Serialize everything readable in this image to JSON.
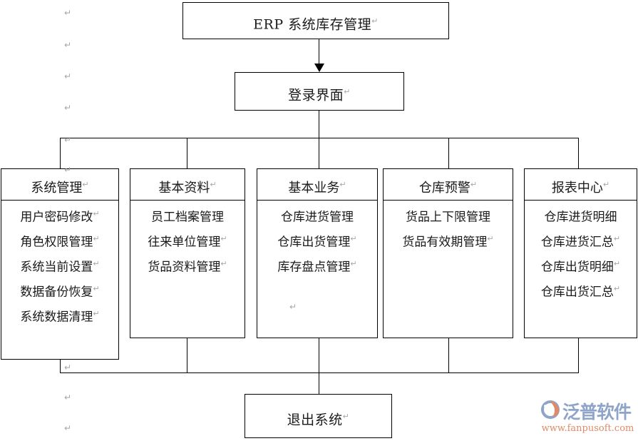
{
  "diagram": {
    "title_box": {
      "label": "ERP 系统库存管理",
      "return_mark": "↵"
    },
    "login_box": {
      "label": "登录界面",
      "return_mark": "↵"
    },
    "exit_box": {
      "label": "退出系统",
      "return_mark": "↵"
    },
    "columns": [
      {
        "header": "系统管理",
        "header_mark": "↵",
        "items": [
          {
            "label": "用户密码修改",
            "mark": "↵"
          },
          {
            "label": "角色权限管理",
            "mark": "↵"
          },
          {
            "label": "系统当前设置",
            "mark": "↵"
          },
          {
            "label": "数据备份恢复",
            "mark": "↵"
          },
          {
            "label": "系统数据清理",
            "mark": "↵"
          }
        ]
      },
      {
        "header": "基本资料",
        "header_mark": "↵",
        "items": [
          {
            "label": "员工档案管理",
            "mark": ""
          },
          {
            "label": "往来单位管理",
            "mark": "↵"
          },
          {
            "label": "货品资料管理",
            "mark": "↵"
          }
        ]
      },
      {
        "header": "基本业务",
        "header_mark": "↵",
        "items": [
          {
            "label": "仓库进货管理",
            "mark": ""
          },
          {
            "label": "仓库出货管理",
            "mark": "↵"
          },
          {
            "label": "库存盘点管理",
            "mark": "↵"
          },
          {
            "label": "",
            "mark": "↵"
          }
        ]
      },
      {
        "header": "仓库预警",
        "header_mark": "↵",
        "items": [
          {
            "label": "货品上下限管理",
            "mark": ""
          },
          {
            "label": "货品有效期管理",
            "mark": "↵"
          },
          {
            "label": "",
            "mark": "↵"
          }
        ]
      },
      {
        "header": "报表中心",
        "header_mark": "↵",
        "items": [
          {
            "label": "仓库进货明细",
            "mark": ""
          },
          {
            "label": "仓库进货汇总",
            "mark": "↵"
          },
          {
            "label": "仓库出货明细",
            "mark": "↵"
          },
          {
            "label": "仓库出货汇总",
            "mark": "↵"
          }
        ]
      }
    ],
    "return_marks": [
      "↵",
      "↵",
      "↵",
      "↵",
      "↵",
      "↵",
      "↵",
      "↵",
      "↵"
    ]
  },
  "watermark": {
    "brand": "泛普软件",
    "url": "www.fanpusoft.com",
    "brand_color": "#8ea4c8",
    "url_color": "#e08a6a",
    "logo_accent_color": "#e08a6a",
    "logo_body_color": "#8ea4c8"
  },
  "style": {
    "line_color": "#000000",
    "box_fill": "#ffffff",
    "text_color": "#1a1a1a",
    "mark_color": "#a6a6a6"
  }
}
